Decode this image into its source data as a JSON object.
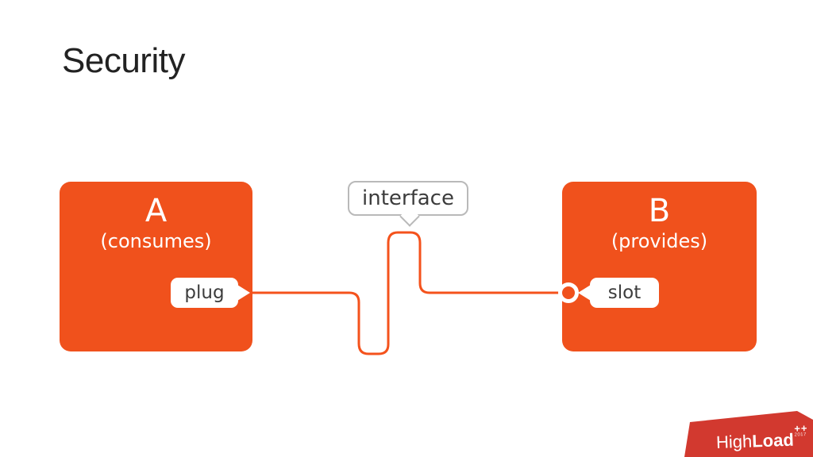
{
  "slide": {
    "title": "Security"
  },
  "diagram": {
    "box_a": {
      "name": "A",
      "role": "(consumes)",
      "callout": "plug"
    },
    "box_b": {
      "name": "B",
      "role": "(provides)",
      "callout": "slot"
    },
    "interface_label": "interface",
    "colors": {
      "box_orange": "#F0511C",
      "connector_orange": "#F4521C",
      "callout_text_gray": "#3C3C3C",
      "label_border_gray": "#B9B9B9"
    }
  },
  "logo": {
    "brand_light": "High",
    "brand_bold": "Load",
    "plus": "++",
    "year": "2017",
    "color": "#D2392F"
  }
}
